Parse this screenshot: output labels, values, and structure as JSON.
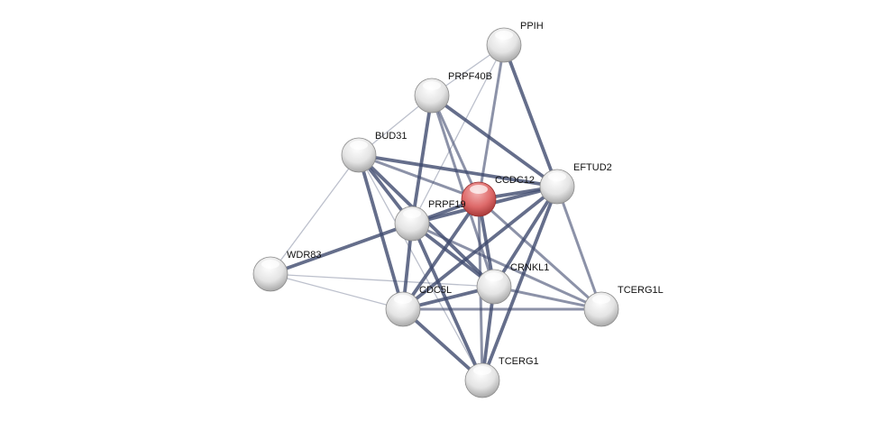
{
  "network": {
    "query_color": "#d9534f",
    "edge_color": "#3f4a6e",
    "nodes": [
      {
        "id": "PPIH",
        "label": "PPIH",
        "query": false
      },
      {
        "id": "PRPF40B",
        "label": "PRPF40B",
        "query": false
      },
      {
        "id": "BUD31",
        "label": "BUD31",
        "query": false
      },
      {
        "id": "CCDC12",
        "label": "CCDC12",
        "query": true
      },
      {
        "id": "EFTUD2",
        "label": "EFTUD2",
        "query": false
      },
      {
        "id": "PRPF19",
        "label": "PRPF19",
        "query": false
      },
      {
        "id": "WDR83",
        "label": "WDR83",
        "query": false
      },
      {
        "id": "CRNKL1",
        "label": "CRNKL1",
        "query": false
      },
      {
        "id": "CDC5L",
        "label": "CDC5L",
        "query": false
      },
      {
        "id": "TCERG1L",
        "label": "TCERG1L",
        "query": false
      },
      {
        "id": "TCERG1",
        "label": "TCERG1",
        "query": false
      }
    ],
    "edges": [
      [
        "PPIH",
        "PRPF40B",
        1
      ],
      [
        "PPIH",
        "PRPF19",
        1
      ],
      [
        "PPIH",
        "CCDC12",
        2
      ],
      [
        "PPIH",
        "EFTUD2",
        3
      ],
      [
        "PRPF40B",
        "BUD31",
        1
      ],
      [
        "PRPF40B",
        "PRPF19",
        3
      ],
      [
        "PRPF40B",
        "CCDC12",
        2
      ],
      [
        "PRPF40B",
        "CRNKL1",
        2
      ],
      [
        "PRPF40B",
        "EFTUD2",
        3
      ],
      [
        "BUD31",
        "CCDC12",
        2
      ],
      [
        "BUD31",
        "EFTUD2",
        3
      ],
      [
        "BUD31",
        "PRPF19",
        3
      ],
      [
        "BUD31",
        "CDC5L",
        3
      ],
      [
        "BUD31",
        "CRNKL1",
        3
      ],
      [
        "BUD31",
        "WDR83",
        1
      ],
      [
        "BUD31",
        "TCERG1",
        1
      ],
      [
        "CCDC12",
        "PRPF19",
        3
      ],
      [
        "CCDC12",
        "EFTUD2",
        3
      ],
      [
        "CCDC12",
        "CRNKL1",
        3
      ],
      [
        "CCDC12",
        "CDC5L",
        3
      ],
      [
        "CCDC12",
        "TCERG1",
        2
      ],
      [
        "CCDC12",
        "TCERG1L",
        2
      ],
      [
        "EFTUD2",
        "PRPF19",
        3
      ],
      [
        "EFTUD2",
        "CDC5L",
        3
      ],
      [
        "EFTUD2",
        "CRNKL1",
        3
      ],
      [
        "EFTUD2",
        "TCERG1",
        3
      ],
      [
        "EFTUD2",
        "TCERG1L",
        2
      ],
      [
        "PRPF19",
        "WDR83",
        3
      ],
      [
        "PRPF19",
        "CDC5L",
        3
      ],
      [
        "PRPF19",
        "CRNKL1",
        3
      ],
      [
        "PRPF19",
        "TCERG1",
        3
      ],
      [
        "PRPF19",
        "TCERG1L",
        2
      ],
      [
        "WDR83",
        "CRNKL1",
        1
      ],
      [
        "WDR83",
        "CDC5L",
        1
      ],
      [
        "CDC5L",
        "CRNKL1",
        3
      ],
      [
        "CDC5L",
        "TCERG1",
        3
      ],
      [
        "CDC5L",
        "TCERG1L",
        2
      ],
      [
        "CRNKL1",
        "TCERG1",
        3
      ],
      [
        "CRNKL1",
        "TCERG1L",
        2
      ]
    ]
  }
}
